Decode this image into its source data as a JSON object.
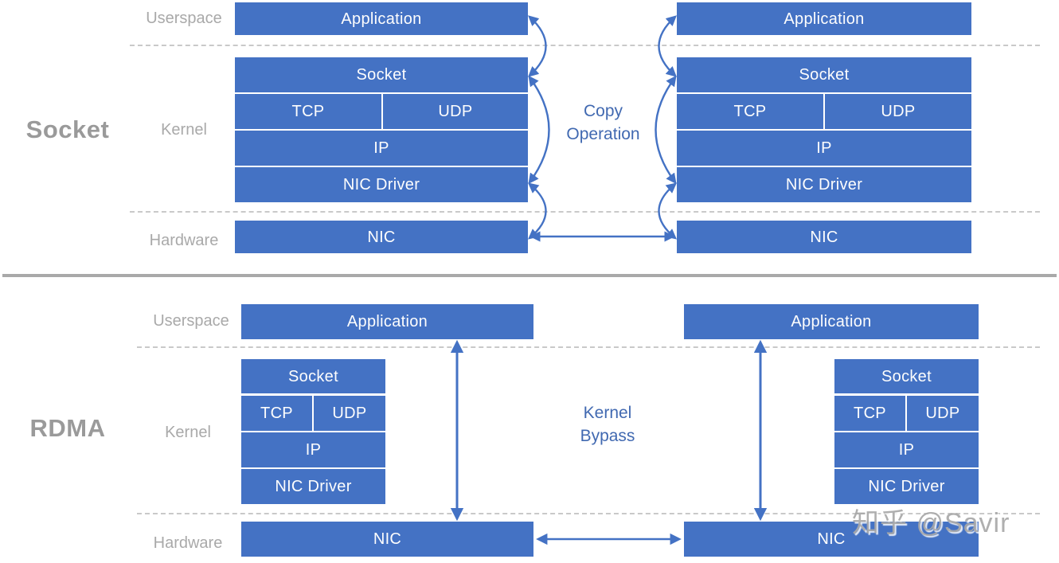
{
  "sections": [
    {
      "label": "Socket",
      "layer_labels": {
        "userspace": "Userspace",
        "kernel": "Kernel",
        "hardware": "Hardware"
      },
      "annotation": {
        "line1": "Copy",
        "line2": "Operation"
      },
      "left_stack": {
        "application": "Application",
        "socket": "Socket",
        "tcp": "TCP",
        "udp": "UDP",
        "ip": "IP",
        "nic_driver": "NIC Driver",
        "nic": "NIC"
      },
      "right_stack": {
        "application": "Application",
        "socket": "Socket",
        "tcp": "TCP",
        "udp": "UDP",
        "ip": "IP",
        "nic_driver": "NIC Driver",
        "nic": "NIC"
      }
    },
    {
      "label": "RDMA",
      "layer_labels": {
        "userspace": "Userspace",
        "kernel": "Kernel",
        "hardware": "Hardware"
      },
      "annotation": {
        "line1": "Kernel",
        "line2": "Bypass"
      },
      "left_stack": {
        "application": "Application",
        "socket": "Socket",
        "tcp": "TCP",
        "udp": "UDP",
        "ip": "IP",
        "nic_driver": "NIC Driver",
        "nic": "NIC"
      },
      "right_stack": {
        "application": "Application",
        "socket": "Socket",
        "tcp": "TCP",
        "udp": "UDP",
        "ip": "IP",
        "nic_driver": "NIC Driver",
        "nic": "NIC"
      }
    }
  ],
  "watermark": "知乎 @Savir",
  "colors": {
    "box_blue": "#4472C4",
    "arrow_blue": "#4472C4",
    "annotation_blue": "#4169B1",
    "layer_label_gray": "#A9A9A9",
    "section_label_gray": "#9A9A9A",
    "dashed_line_gray": "#C9C9C9",
    "divider_gray": "#A9A9A9",
    "box_text": "#FFFFFF"
  }
}
